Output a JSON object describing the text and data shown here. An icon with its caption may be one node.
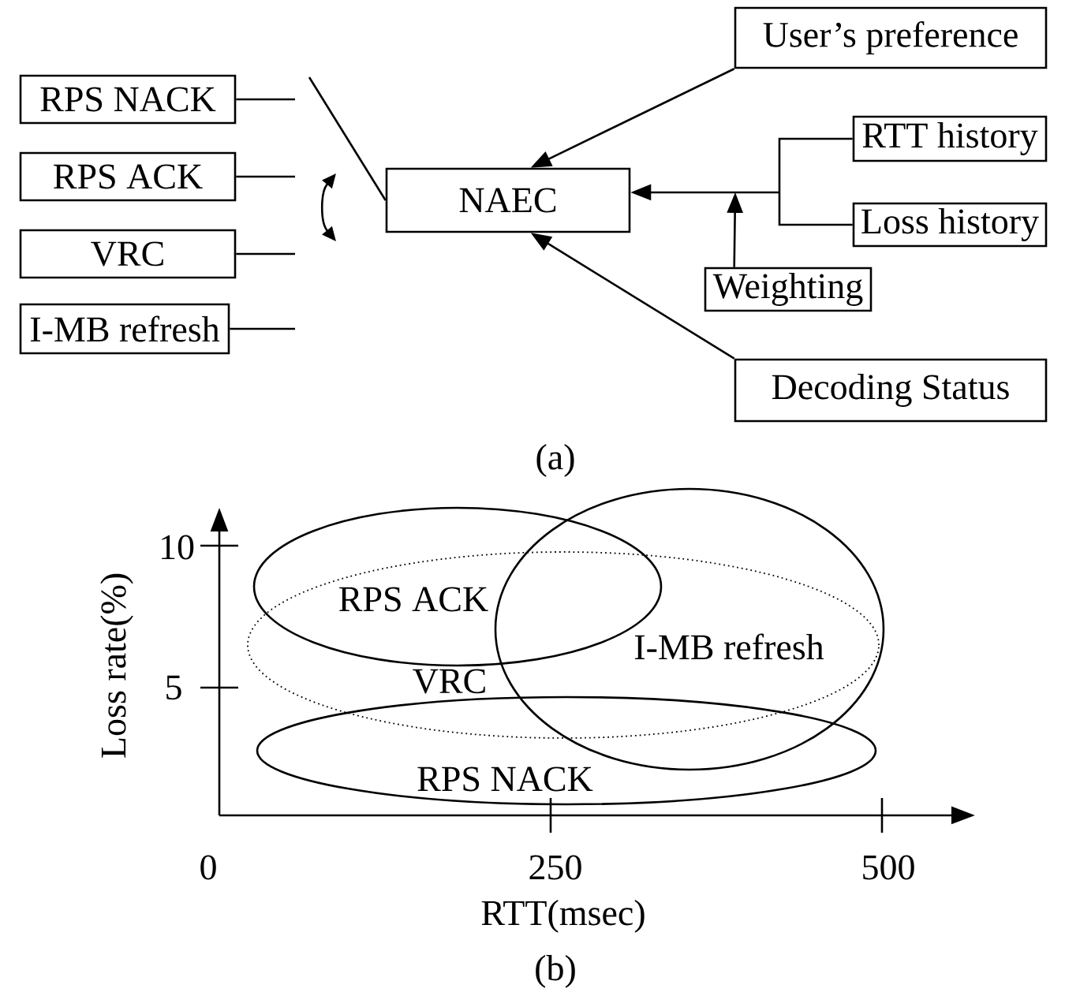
{
  "diagram": {
    "nodes": [
      {
        "text": [
          "RPS NACK"
        ]
      },
      {
        "text": [
          "RPS ACK"
        ]
      },
      {
        "text": [
          "VRC"
        ]
      },
      {
        "text": [
          "I-MB refresh"
        ]
      },
      {
        "text": [
          "NAEC"
        ]
      },
      {
        "text": [
          "User’s preference"
        ]
      },
      {
        "text": [
          "RTT history"
        ]
      },
      {
        "text": [
          "Loss history"
        ]
      },
      {
        "text": [
          "Weighting"
        ]
      },
      {
        "text": [
          "Decoding Status"
        ]
      },
      {
        "text": [
          "RPS ACK"
        ]
      },
      {
        "text": [
          "VRC"
        ]
      },
      {
        "text": [
          "I-MB refresh"
        ]
      },
      {
        "text": [
          "RPS NACK"
        ]
      }
    ],
    "edges": [
      {
        "from": 0,
        "to": null,
        "arrow": "none"
      },
      {
        "from": 1,
        "to": null,
        "arrow": "none"
      },
      {
        "from": 2,
        "to": null,
        "arrow": "none"
      },
      {
        "from": 3,
        "to": null,
        "arrow": "none"
      },
      {
        "from": null,
        "to": 4,
        "arrow": "none"
      },
      {
        "from": 5,
        "to": 4,
        "arrow": "to"
      },
      {
        "from": 6,
        "to": 4,
        "arrow": "to"
      },
      {
        "from": 7,
        "to": 4,
        "arrow": "to"
      },
      {
        "from": 8,
        "to": null,
        "arrow": "to"
      },
      {
        "from": 9,
        "to": 4,
        "arrow": "to"
      }
    ],
    "labels": [
      "(a)",
      "10",
      "Loss rate(%)",
      "5",
      "0",
      "250",
      "500",
      "RTT(msec)",
      "(b)"
    ]
  }
}
